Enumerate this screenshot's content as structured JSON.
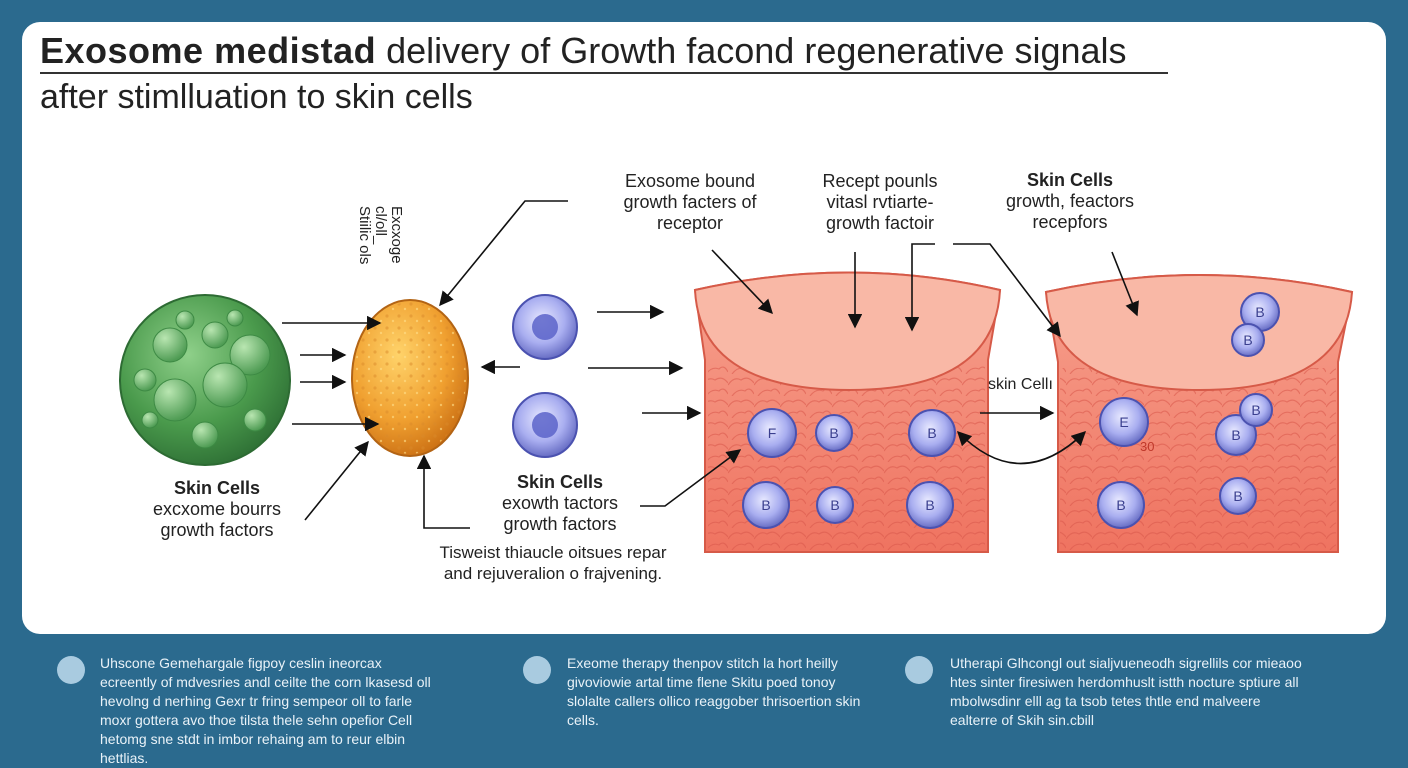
{
  "title": {
    "bold_part": "Exosome medistad",
    "rest_part": " delivery of Growth facond regenerative signals",
    "line2": "after stimlluation to skin cells"
  },
  "labels": {
    "exosome_vertical": [
      "Excxoge",
      "cl/oll_",
      "Stiilic ols"
    ],
    "skin_cells_left": {
      "title": "Skin Cells",
      "line1": "excxome bourrs",
      "line2": "growth factors"
    },
    "exosome_bound": {
      "line1": "Exosome bound",
      "line2": "growth facters of",
      "line3": "receptor"
    },
    "receptor_points": {
      "line1": "Recept pounls",
      "line2": "vitasl rvtiarte-",
      "line3": "growth factoir"
    },
    "skin_cells_right": {
      "title": "Skin Cells",
      "line1": "growth, feactors",
      "line2": "recepfors"
    },
    "skin_cells_mid": {
      "title": "Skin Cells",
      "line1": "exowth tactors",
      "line2": "growth factors"
    },
    "tissue_note": {
      "line1": "Tisweist thiaucle oitsues repar",
      "line2": "and rejuveralion o frajvening."
    },
    "skin_cell_side": "skin Cellı",
    "cell_letters_left": [
      "F",
      "B",
      "B",
      "B",
      "B",
      "B"
    ],
    "cell_letters_right": [
      "B",
      "B",
      "E",
      "B",
      "B",
      "B"
    ],
    "small_number": "30"
  },
  "footer": [
    {
      "text": "Uhscone Gemehargale figpoy ceslin ineorcax ecreently of mdvesries andl ceilte the corn lkasesd oll hevolng d nerhing Gexr tr fring sempeor oll to farle moxr gottera avo thoe tilsta thele sehn opefior Cell hetomg sne stdt in imbor rehaing am to reur elbin hettlias."
    },
    {
      "text": "Exeome therapy thenpov stitch la hort heilly givoviowie artal time flene Skitu poed tonoy slolalte callers ollico reaggober thrisoertion skin cells."
    },
    {
      "text": "Utherapi Glhcongl out sialjvueneodh sigrellils cor mieaoo htes sinter firesiwen herdomhuslt istth nocture sptiure all mbolwsdinr elll ag ta tsob tetes thtle end malveere ealterre of Skih sin.cbill"
    }
  ],
  "colors": {
    "background": "#2b6a8e",
    "green_cell": "#4a9a4c",
    "exosome": "#f0a030",
    "blue_cell": "#7a80d0",
    "tissue": "#f27e6a"
  }
}
